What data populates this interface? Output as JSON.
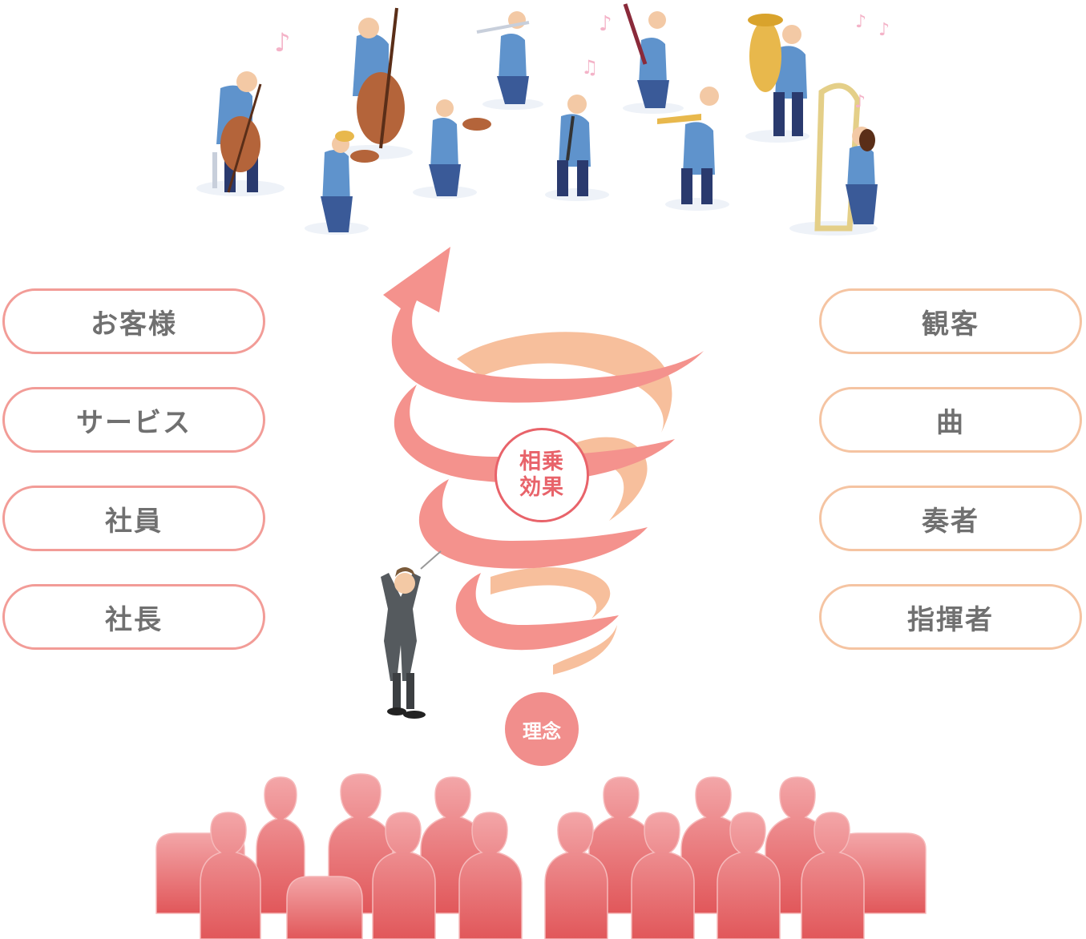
{
  "left_items": [
    {
      "label": "お客様"
    },
    {
      "label": "サービス"
    },
    {
      "label": "社員"
    },
    {
      "label": "社長"
    }
  ],
  "right_items": [
    {
      "label": "観客"
    },
    {
      "label": "曲"
    },
    {
      "label": "奏者"
    },
    {
      "label": "指揮者"
    }
  ],
  "center": {
    "synergy": "相乗\n効果",
    "philosophy": "理念"
  },
  "colors": {
    "left_border": "#f29c97",
    "right_border": "#f5c4a2",
    "spiral_front": "#f4928d",
    "spiral_back": "#f7bf9c",
    "audience_top": "#f3a0a2",
    "audience_bottom": "#e1575a",
    "musician_suit": "#5f93cc"
  },
  "icons": [
    "music-note-icon",
    "spiral-arrow-icon",
    "orchestra-illustration",
    "conductor-illustration",
    "audience-silhouette"
  ]
}
